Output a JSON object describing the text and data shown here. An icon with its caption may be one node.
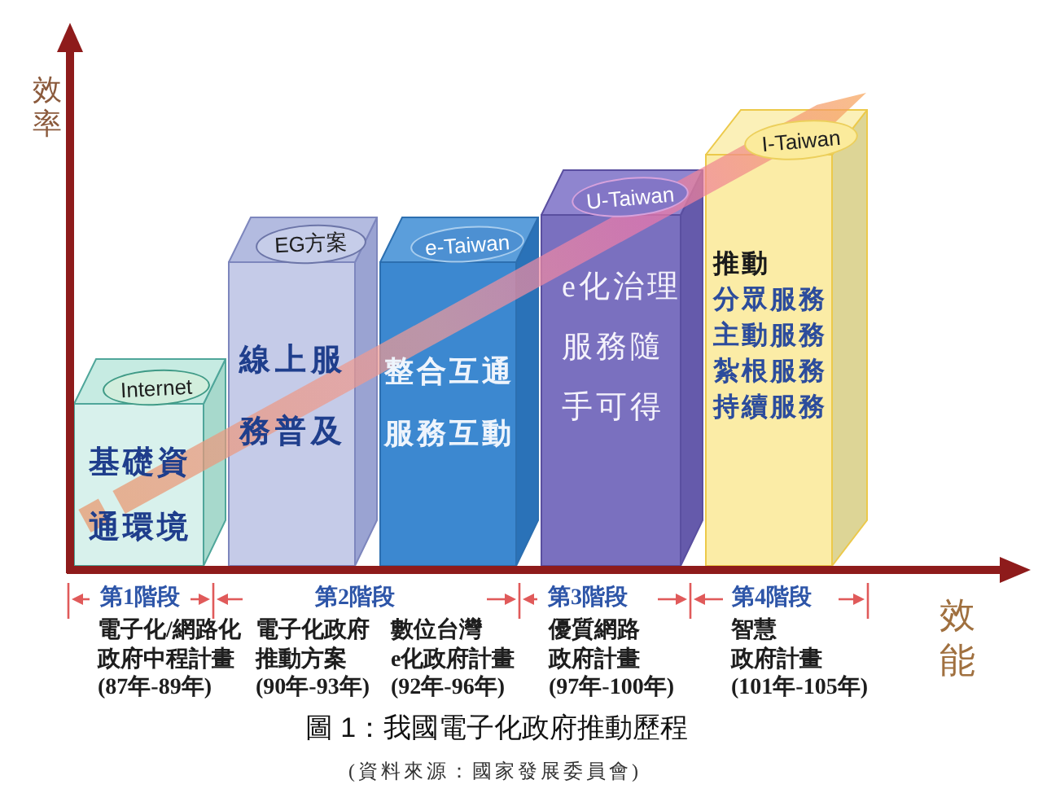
{
  "diagram": {
    "caption": "圖 1：我國電子化政府推動歷程",
    "nodes": [
      {
        "text": [
          "基礎資通環境"
        ]
      },
      {
        "text": [
          "Internet"
        ],
        "in": 0
      },
      {
        "text": [
          "線上服務普及"
        ]
      },
      {
        "text": [
          "EG方案"
        ],
        "in": 2
      },
      {
        "text": [
          "整合互通服務互動"
        ]
      },
      {
        "text": [
          "e-Taiwan"
        ],
        "in": 4
      },
      {
        "text": [
          "e化治理服務隨手可得"
        ]
      },
      {
        "text": [
          "U-Taiwan"
        ],
        "in": 6
      },
      {
        "text": [
          "推動",
          "分眾服務",
          "主動服務",
          "紮根服務",
          "持續服務"
        ]
      },
      {
        "text": [
          "I-Taiwan"
        ],
        "in": 8
      }
    ],
    "labels": [
      "效率",
      "第1階段",
      "第2階段",
      "第3階段",
      "第4階段",
      "電子化/網路化政府中程計畫(87年-89年)",
      "電子化政府推動方案(90年-93年)",
      "數位台灣e化政府計畫(92年-96年)",
      "優質網路政府計畫(97年-100年)",
      "智慧政府計畫(101年-105年)",
      "效能",
      "(資料來源：國家發展委員會)"
    ]
  }
}
